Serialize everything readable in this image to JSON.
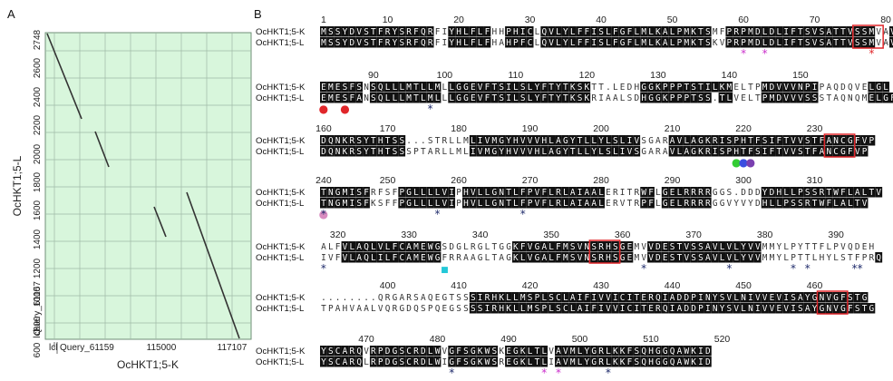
{
  "panelA": {
    "letter": "A",
    "xlabel": "OcHKT1;5-K",
    "ylabel": "OcHKT1;5-L",
    "x_ticks": [
      "lcl",
      "Query_61159",
      "115000",
      "117107"
    ],
    "y_ticks": [
      "2748",
      "2600",
      "2400",
      "2200",
      "2000",
      "1800",
      "1600",
      "1400",
      "1200",
      "1000",
      "800",
      "600",
      "Query_61157",
      "lcl"
    ],
    "colors": {
      "background": "#d8f6dc",
      "grid": "#9fb9a6",
      "line": "#333333"
    }
  },
  "panelB": {
    "letter": "B",
    "seq_names": [
      "OcHKT1;5-K",
      "OcHKT1;5-L"
    ],
    "colors": {
      "black_box": "#111111",
      "gray_box": "#bdbdbd",
      "box_outline": "#e0262a",
      "magenta": "#cc33cc",
      "red": "#e0262a",
      "navy": "#1f2b6b",
      "green": "#33cc33",
      "blue": "#3b4ee0",
      "purple": "#7a3fb0",
      "pink": "#d98cc0",
      "cyan": "#23c8d8"
    },
    "blocks": [
      {
        "numbers": [
          "1",
          "10",
          "20",
          "30",
          "40",
          "50",
          "60",
          "70",
          "80"
        ],
        "seqs": [
          "MSSYDVSTFRYSRFQRFIYHLFLFHHPHICLQVLYLFFISLFGFLMLKALPMKTSMFPRPMDLDLIFTSVSATTVSSMVAV",
          "MSSYDVSTFRYSRFQRFIYHLFLFHAHPFCLQVLYLFFISLFGFLMLKALPMKTSKVPRPMDLDLIFTSVSATTVSSMVAV"
        ],
        "marks": [
          {
            "symbol": "*",
            "color": "magenta"
          },
          {
            "symbol": "*",
            "color": "magenta"
          },
          {
            "symbol": "*",
            "color": "red"
          }
        ]
      },
      {
        "numbers": [
          "90",
          "100",
          "110",
          "120",
          "130",
          "140",
          "150"
        ],
        "seqs": [
          "EMESFSNSQLLLMTLLMLLGGEVFTSILSLYFTYTKSKTT.LEDHGGKPPPTSTILKMELTPMDVVVNPIPAQDQVELGL",
          "EMESFANSQLLLMTLMLLLGGEVFTSILSLYFTYTKSKRIAALSDHGGKPPPTSS.TLVELTPMDVVVSSSTAQNQMELGF"
        ],
        "marks": [
          {
            "symbol": "●",
            "color": "red"
          },
          {
            "symbol": "●",
            "color": "red"
          },
          {
            "symbol": "*",
            "color": "navy"
          }
        ]
      },
      {
        "numbers": [
          "160",
          "170",
          "180",
          "190",
          "200",
          "210",
          "220",
          "230"
        ],
        "seqs": [
          "DQNKRSYTHTSS...STRLLMLIVMGYHVVVHLAGYTLLYLSLIVSGARAVLAGKRISPHTFSIFTVVSTFANCGFVP",
          "DQNKRSYTHTSSSPTARLLMLIVMGYHVVVHLAGYTLLYLSLIVSGARAVLAGKRISPHTFSIFTVVSTFANCGFVP"
        ],
        "marks": [
          {
            "symbol": "●",
            "color": "green"
          },
          {
            "symbol": "●",
            "color": "blue"
          },
          {
            "symbol": "●",
            "color": "purple"
          }
        ]
      },
      {
        "numbers": [
          "240",
          "250",
          "260",
          "270",
          "280",
          "290",
          "300",
          "310"
        ],
        "seqs": [
          "TNGMISFRFSFPGLLLLVIPHVLLGNTLFPVFLRLAIAALERITRWFLGELRRRRGGS.DDDYDHLLPSSRTWFLALTV",
          "TNGMISFKSFFPGLLLLVIPHVLLGNTLFPVFLRLAIAALERVTRPFLGELRRRRGGVYVYDHLLPSSRTWFLALTV"
        ],
        "marks": [
          {
            "symbol": "●",
            "color": "pink"
          },
          {
            "symbol": "*",
            "color": "navy"
          },
          {
            "symbol": "*",
            "color": "navy"
          },
          {
            "symbol": "*",
            "color": "navy"
          }
        ]
      },
      {
        "numbers": [
          "320",
          "330",
          "340",
          "350",
          "360",
          "370",
          "380",
          "390"
        ],
        "seqs": [
          "ALFVLAQLVLFCAMEWGSDGLRGLTGGKFVGALFMSVNSRHSGEMVVDESTVSSAVLVLYVVMMYLPYTTFLPVQDEH",
          "IVFVLAQLILFCAMEWGFRRAAGLTAGKLVGALFMSVNSRHSGEMVVDESTVSSAVLVLYVVMMYLPTTLHYLSTFPRQ"
        ],
        "marks": [
          {
            "symbol": "*",
            "color": "navy"
          },
          {
            "symbol": "■",
            "color": "cyan"
          },
          {
            "symbol": "*",
            "color": "navy"
          },
          {
            "symbol": "*",
            "color": "navy"
          },
          {
            "symbol": "*",
            "color": "navy"
          },
          {
            "symbol": "*",
            "color": "navy"
          },
          {
            "symbol": "**",
            "color": "navy"
          }
        ]
      },
      {
        "numbers": [
          "400",
          "410",
          "420",
          "430",
          "440",
          "450",
          "460"
        ],
        "seqs": [
          "........QRGARSAQEGTSSSIRHKLLMSPLSCLAIFIVVICITERQIADDPINYSVLNIVVEVISAYGNVGFSTG",
          "TPAHVAALVQRGDQSPQEGSSSSIRHKLLMSPLSCLAIFIVVICITERQIADDPINYSVLNIVVEVISAYGNVGFSTG"
        ],
        "marks": []
      },
      {
        "numbers": [
          "470",
          "480",
          "490",
          "500",
          "510",
          "520"
        ],
        "seqs": [
          "YSCARQVRPDGSCRDLWVGFSGKWSKEGKLTLVAVMLYGRLKKFSQHGGQAWKID",
          "YSCARQLRPDGSCRDLWIGFSGKWSREGKLTLIAVMLYGRLKKFSQHGGQAWKID"
        ],
        "marks": [
          {
            "symbol": "*",
            "color": "navy"
          },
          {
            "symbol": "*",
            "color": "magenta"
          },
          {
            "symbol": "*",
            "color": "magenta"
          },
          {
            "symbol": "*",
            "color": "navy"
          }
        ]
      }
    ]
  }
}
